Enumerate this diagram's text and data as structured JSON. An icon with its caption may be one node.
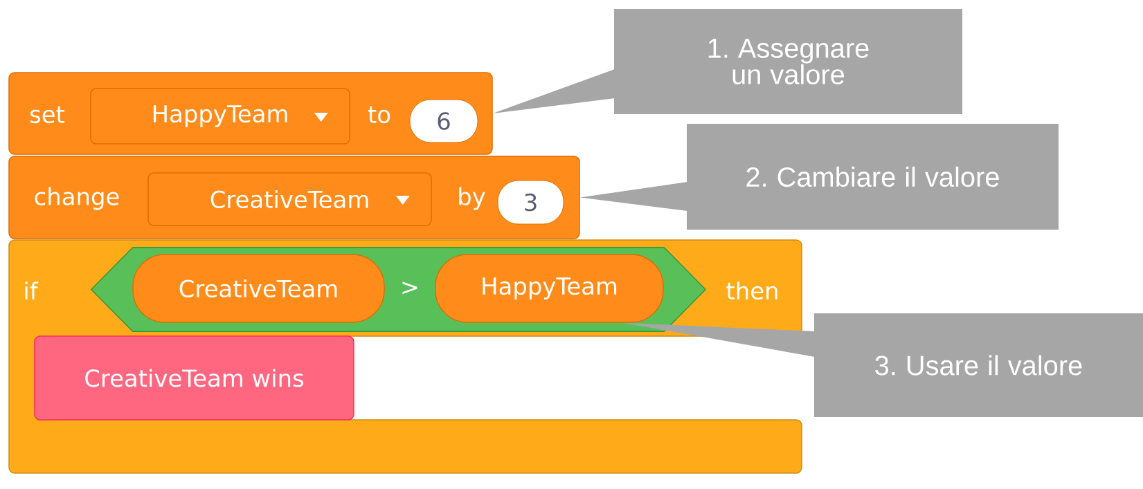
{
  "diagram": {
    "nodes": [
      {
        "text": [
          "set",
          "to"
        ]
      },
      {
        "text": [
          "HappyTeam"
        ],
        "in": 0
      },
      {
        "text": [
          "6"
        ],
        "in": 0
      },
      {
        "text": [
          "change",
          "by"
        ]
      },
      {
        "text": [
          "CreativeTeam"
        ],
        "in": 3
      },
      {
        "text": [
          "3"
        ],
        "in": 3
      },
      {
        "text": [
          "if",
          "then"
        ]
      },
      {
        "text": [
          ">"
        ],
        "in": 6
      },
      {
        "text": [
          "CreativeTeam"
        ],
        "in": 7
      },
      {
        "text": [
          "HappyTeam"
        ],
        "in": 7
      },
      {
        "text": [
          "CreativeTeam wins"
        ],
        "in": 6
      },
      {
        "text": [
          "1. Assegnare un valore"
        ]
      },
      {
        "text": [
          "2. Cambiare il valore"
        ]
      },
      {
        "text": [
          "3. Usare il valore"
        ]
      }
    ],
    "edges": [
      {
        "from": 11,
        "to": 0,
        "arrow": "none"
      },
      {
        "from": 12,
        "to": 3,
        "arrow": "none"
      },
      {
        "from": 13,
        "to": 9,
        "arrow": "none"
      }
    ]
  }
}
